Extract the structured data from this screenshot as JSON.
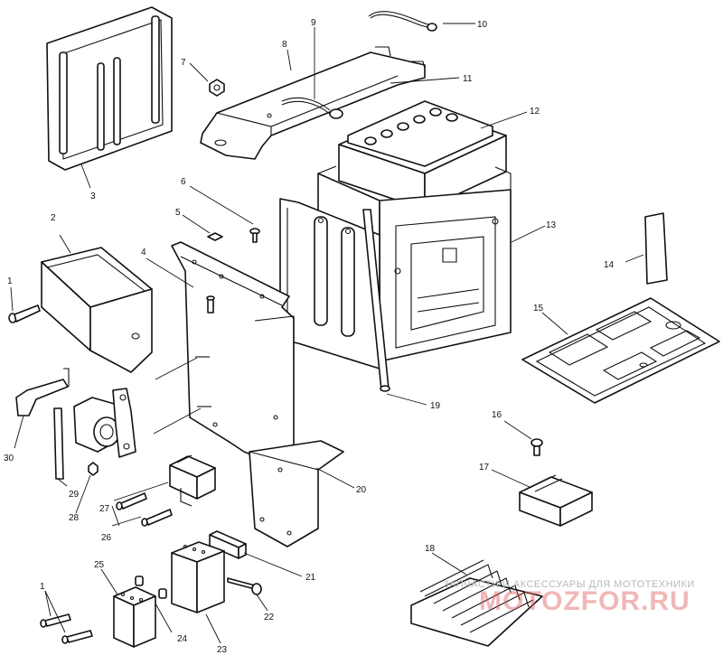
{
  "callouts": [
    {
      "id": "1a",
      "text": "1"
    },
    {
      "id": "1b",
      "text": "1"
    },
    {
      "id": "2",
      "text": "2"
    },
    {
      "id": "3",
      "text": "3"
    },
    {
      "id": "4",
      "text": "4"
    },
    {
      "id": "5",
      "text": "5"
    },
    {
      "id": "6",
      "text": "6"
    },
    {
      "id": "7",
      "text": "7"
    },
    {
      "id": "8",
      "text": "8"
    },
    {
      "id": "9",
      "text": "9"
    },
    {
      "id": "10",
      "text": "10"
    },
    {
      "id": "11",
      "text": "11"
    },
    {
      "id": "12",
      "text": "12"
    },
    {
      "id": "13",
      "text": "13"
    },
    {
      "id": "14",
      "text": "14"
    },
    {
      "id": "15",
      "text": "15"
    },
    {
      "id": "16",
      "text": "16"
    },
    {
      "id": "17",
      "text": "17"
    },
    {
      "id": "18",
      "text": "18"
    },
    {
      "id": "19",
      "text": "19"
    },
    {
      "id": "20",
      "text": "20"
    },
    {
      "id": "21",
      "text": "21"
    },
    {
      "id": "22",
      "text": "22"
    },
    {
      "id": "23",
      "text": "23"
    },
    {
      "id": "24",
      "text": "24"
    },
    {
      "id": "25",
      "text": "25"
    },
    {
      "id": "26",
      "text": "26"
    },
    {
      "id": "27",
      "text": "27"
    },
    {
      "id": "28",
      "text": "28"
    },
    {
      "id": "29",
      "text": "29"
    },
    {
      "id": "30",
      "text": "30"
    }
  ],
  "watermark": {
    "caption": "ЗАПЧАСТИ И АКСЕССУАРЫ ДЛЯ МОТОТЕХНИКИ",
    "logo": "MOTOZFOR.RU",
    "color": "#e06060"
  }
}
